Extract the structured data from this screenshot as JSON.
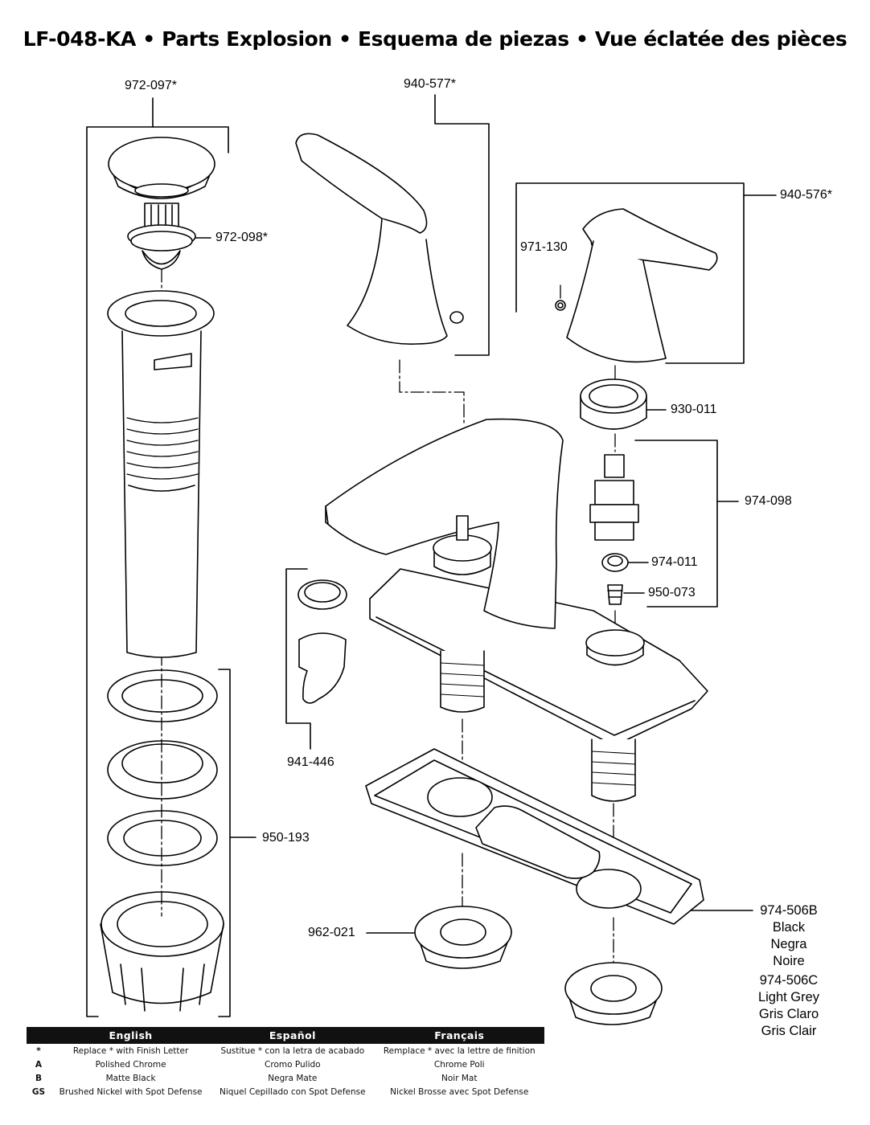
{
  "title": "LF-048-KA  •  Parts Explosion  •  Esquema de piezas  •  Vue éclatée des pièces",
  "parts": {
    "p972_097": "972-097*",
    "p940_577": "940-577*",
    "p940_576": "940-576*",
    "p972_098": "972-098*",
    "p971_130": "971-130",
    "p930_011": "930-011",
    "p974_098": "974-098",
    "p974_011": "974-011",
    "p950_073": "950-073",
    "p941_446": "941-446",
    "p950_193": "950-193",
    "p962_021": "962-021",
    "p974_506B": "974-506B",
    "p974_506B_black": "Black",
    "p974_506B_negra": "Negra",
    "p974_506B_noire": "Noire",
    "p974_506C": "974-506C",
    "p974_506C_lightgrey": "Light Grey",
    "p974_506C_grisclaro": "Gris Claro",
    "p974_506C_grisclair": "Gris Clair"
  },
  "legend": {
    "headers": [
      "",
      "English",
      "Español",
      "Français"
    ],
    "rows": [
      {
        "code": "*",
        "en": "Replace * with Finish Letter",
        "es": "Sustitue * con la letra de acabado",
        "fr": "Remplace * avec la lettre de finition"
      },
      {
        "code": "A",
        "en": "Polished Chrome",
        "es": "Cromo Pulido",
        "fr": "Chrome Poli"
      },
      {
        "code": "B",
        "en": "Matte Black",
        "es": "Negra Mate",
        "fr": "Noir Mat"
      },
      {
        "code": "GS",
        "en": "Brushed Nickel with Spot Defense",
        "es": "Niquel Cepillado con Spot Defense",
        "fr": "Nickel Brosse avec Spot Defense"
      }
    ]
  }
}
